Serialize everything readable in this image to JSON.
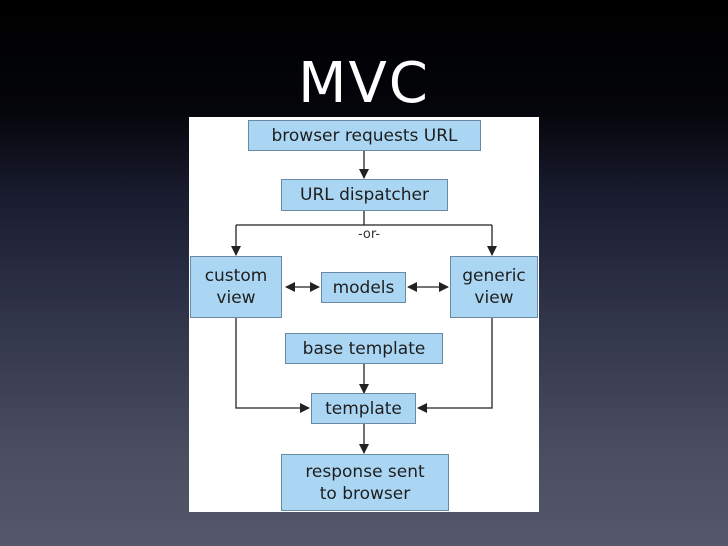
{
  "slide": {
    "title": "MVC"
  },
  "diagram": {
    "or_label": "-or-",
    "nodes": {
      "browser_requests": "browser requests URL",
      "url_dispatcher": "URL dispatcher",
      "custom_view": "custom\nview",
      "models": "models",
      "generic_view": "generic\nview",
      "base_template": "base template",
      "template": "template",
      "response": "response sent\nto browser"
    },
    "colors": {
      "box_fill": "#aad6f4",
      "box_border": "#6a8aa4",
      "line": "#222222"
    }
  }
}
